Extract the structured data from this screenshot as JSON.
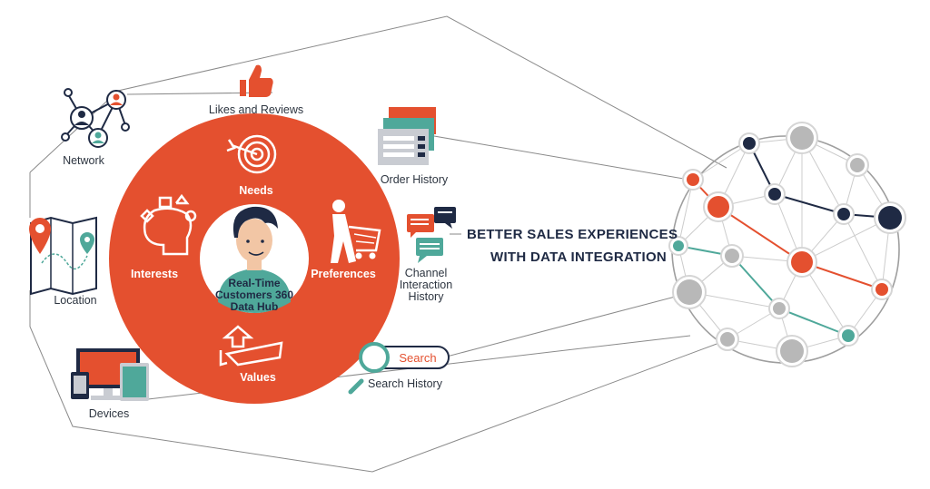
{
  "title_lines": [
    "BETTER SALES EXPERIENCES",
    "WITH DATA INTEGRATION"
  ],
  "hub": {
    "label_lines": [
      "Real-Time",
      "Customers 360",
      "Data Hub"
    ],
    "segments": [
      "Needs",
      "Interests",
      "Preferences",
      "Values"
    ]
  },
  "sources": {
    "network": "Network",
    "likes": "Likes and Reviews",
    "order_history": "Order History",
    "location": "Location",
    "channel_lines": [
      "Channel",
      "Interaction",
      "History"
    ],
    "devices": "Devices",
    "search_history": "Search History",
    "search_box": "Search"
  },
  "colors": {
    "accent": "#e4502f",
    "navy": "#1f2a44",
    "teal": "#4fa89a",
    "gray": "#b8b8b8"
  },
  "icons": [
    "network-icon",
    "thumbs-up-icon",
    "order-history-icon",
    "location-map-icon",
    "chat-bubbles-icon",
    "devices-icon",
    "search-magnifier-icon",
    "target-icon",
    "brain-gifts-icon",
    "shopping-cart-icon",
    "hand-arrow-icon",
    "customer-avatar-icon"
  ]
}
